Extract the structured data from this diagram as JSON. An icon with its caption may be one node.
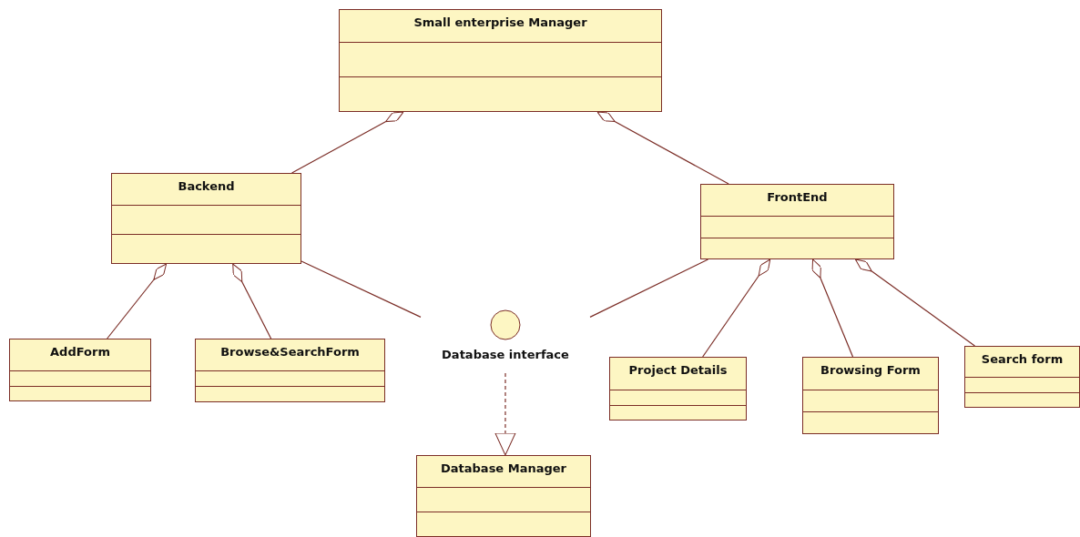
{
  "diagram": {
    "nodes": [
      {
        "text": [
          "Small enterprise Manager"
        ]
      },
      {
        "text": [
          "Backend"
        ]
      },
      {
        "text": [
          "FrontEnd"
        ]
      },
      {
        "text": [
          "AddForm"
        ]
      },
      {
        "text": [
          "Browse&SearchForm"
        ]
      },
      {
        "text": [
          "Database interface"
        ]
      },
      {
        "text": [
          "Project Details"
        ]
      },
      {
        "text": [
          "Browsing Form"
        ]
      },
      {
        "text": [
          "Search form"
        ]
      },
      {
        "text": [
          "Database Manager"
        ]
      }
    ],
    "edges": [
      {
        "from": 1,
        "to": 0,
        "arrow": "other"
      },
      {
        "from": 2,
        "to": 0,
        "arrow": "other"
      },
      {
        "from": 3,
        "to": 1,
        "arrow": "other"
      },
      {
        "from": 4,
        "to": 1,
        "arrow": "other"
      },
      {
        "from": 1,
        "to": 5,
        "arrow": "none"
      },
      {
        "from": 2,
        "to": 5,
        "arrow": "none"
      },
      {
        "from": 6,
        "to": 2,
        "arrow": "other"
      },
      {
        "from": 7,
        "to": 2,
        "arrow": "other"
      },
      {
        "from": 8,
        "to": 2,
        "arrow": "other"
      },
      {
        "from": 5,
        "to": 9,
        "arrow": "to",
        "style": "dashed"
      }
    ]
  }
}
